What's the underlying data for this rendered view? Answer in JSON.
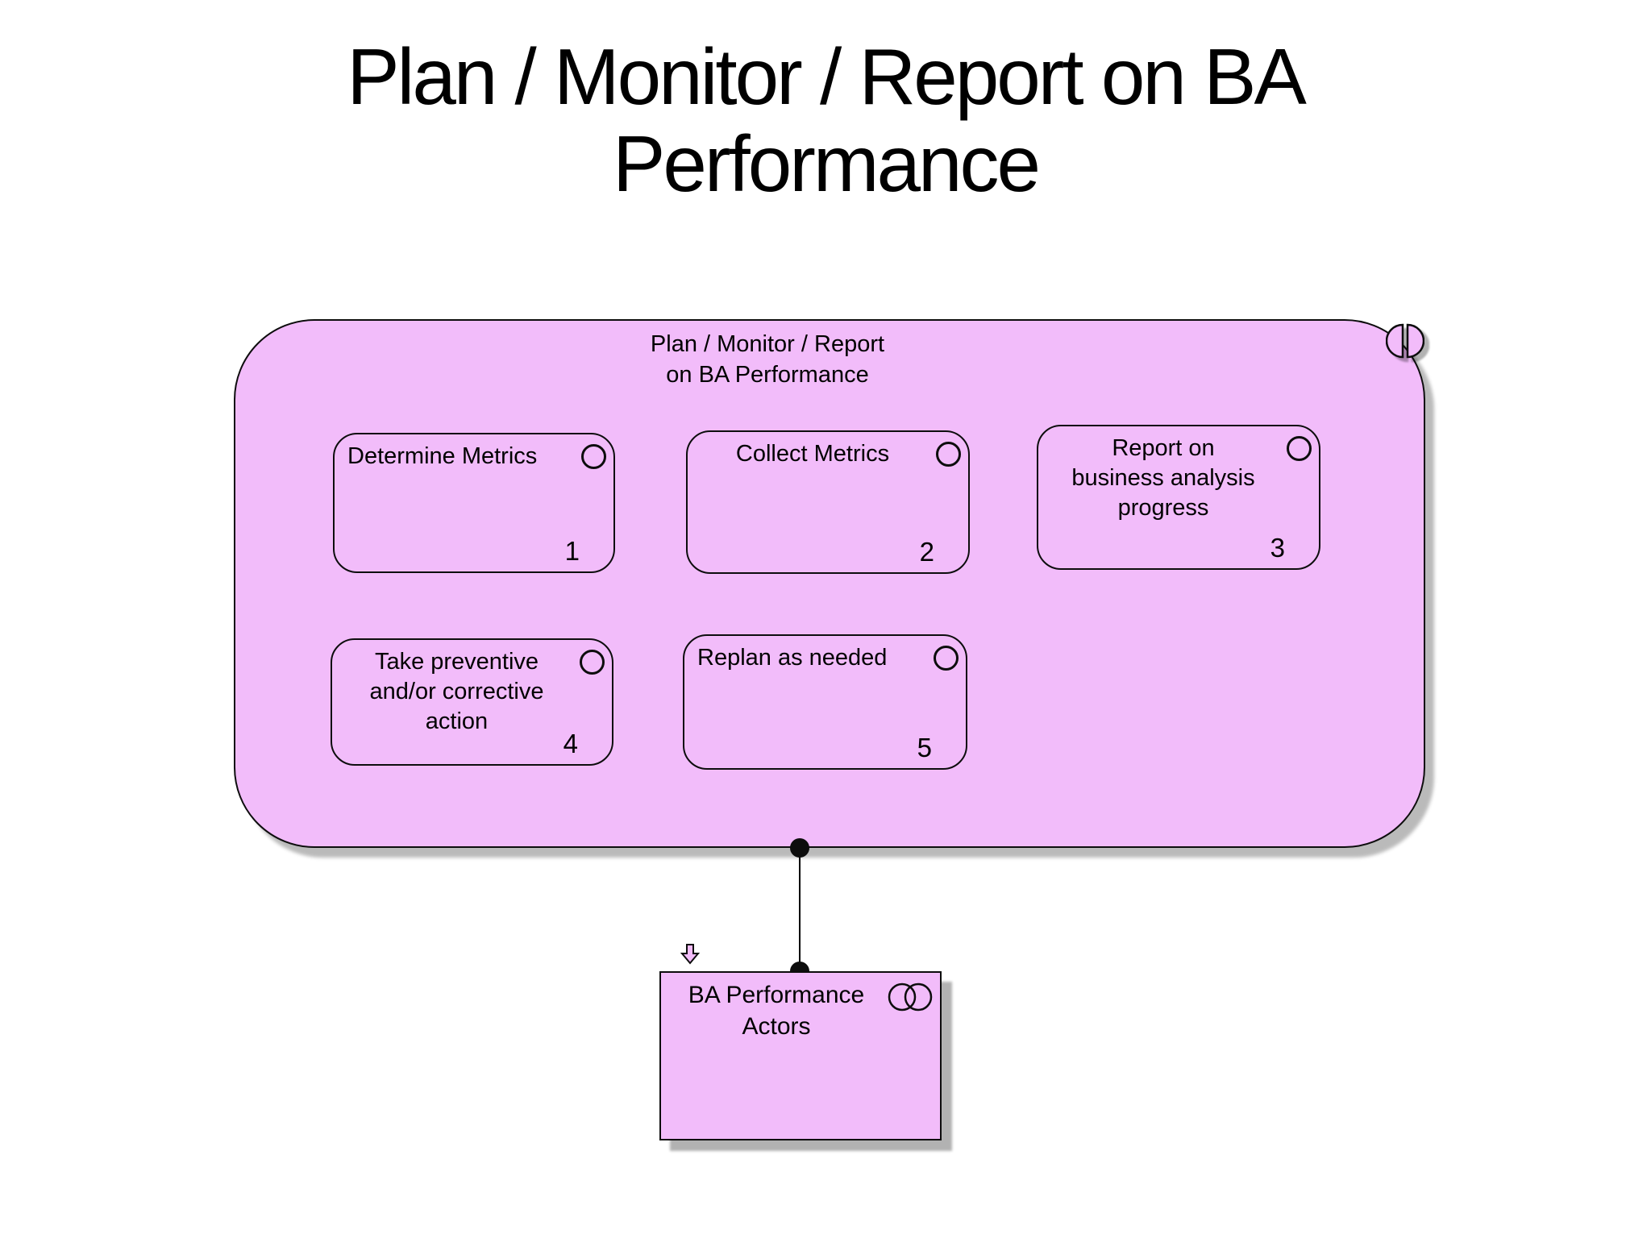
{
  "title": "Plan / Monitor / Report on BA\nPerformance",
  "colors": {
    "shape_fill": "#f2bcfa",
    "shape_border": "#0d0d0d",
    "background": "#ffffff",
    "shadow_gray": "#b9b9b9",
    "text": "#000000"
  },
  "group": {
    "label": "Plan / Monitor / Report\non BA Performance",
    "corner_icon": "interaction-icon"
  },
  "activities": [
    {
      "label": "Determine Metrics",
      "number": "1",
      "icon": "circle-icon"
    },
    {
      "label": "Collect Metrics",
      "number": "2",
      "icon": "circle-icon"
    },
    {
      "label": "Report on\nbusiness analysis\nprogress",
      "number": "3",
      "icon": "circle-icon"
    },
    {
      "label": "Take preventive\nand/or corrective\naction",
      "number": "4",
      "icon": "circle-icon"
    },
    {
      "label": "Replan as needed",
      "number": "5",
      "icon": "circle-icon"
    }
  ],
  "actor": {
    "label": "BA Performance\nActors",
    "corner_icon": "collaboration-icon",
    "marker_icon": "down-arrow-icon"
  },
  "connector": {
    "type": "straight-line",
    "endpoints": "filled-dots",
    "from": "group-bottom",
    "to": "actor-top"
  }
}
